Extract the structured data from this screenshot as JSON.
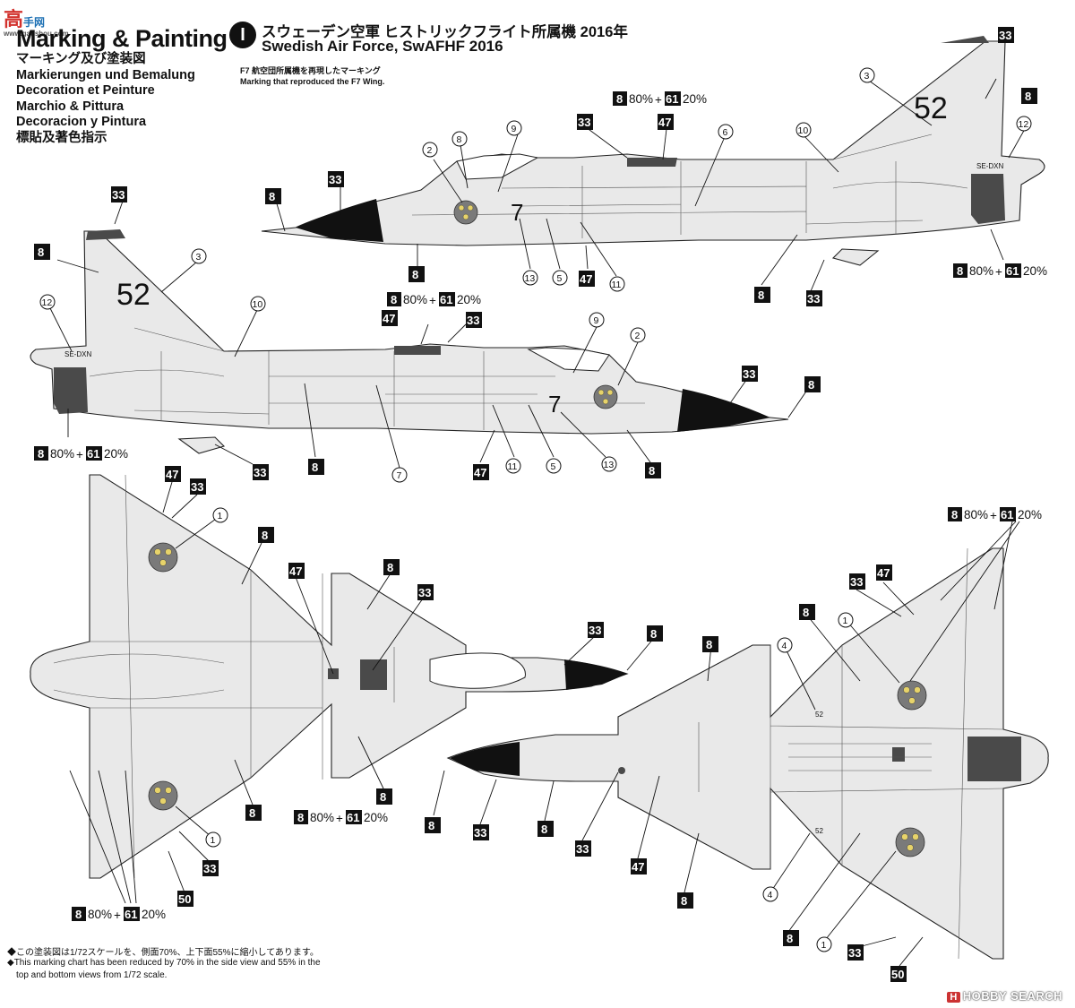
{
  "logo": {
    "text_big": "高",
    "text_small": "手网",
    "url": "www.gaoshou.com"
  },
  "header": {
    "title": "Marking & Painting",
    "subtitles": [
      "マーキング及び塗装図",
      "Markierungen und Bemalung",
      "Decoration et Peinture",
      "Marchio & Pittura",
      "Decoracion y Pintura",
      "標貼及著色指示"
    ]
  },
  "scheme": {
    "badge": "I",
    "title_jp": "スウェーデン空軍 ヒストリックフライト所属機 2016年",
    "title_en": "Swedish Air Force, SwAFHF 2016",
    "wing_note_jp": "F7 航空団所属機を再現したマーキング",
    "wing_note_en": "Marking that reproduced the F7 Wing."
  },
  "aircraft_markings": {
    "tail_number": "52",
    "fuselage_number": "7",
    "registration": "SE-DXN",
    "small_wing_number": "52"
  },
  "callouts": {
    "color_8": "8",
    "color_33": "33",
    "color_47": "47",
    "color_50": "50",
    "mix_base": "8",
    "mix_base_pct": "80%",
    "mix_plus": "+",
    "mix_add": "61",
    "mix_add_pct": "20%"
  },
  "decals": [
    "1",
    "2",
    "3",
    "4",
    "5",
    "6",
    "7",
    "8",
    "9",
    "10",
    "11",
    "12",
    "13"
  ],
  "notes": [
    "◆この塗装図は1/72スケールを、側面70%、上下面55%に縮小してあります。",
    "◆This marking chart has been reduced by 70% in the side view and 55% in the",
    "top and bottom views from 1/72 scale."
  ],
  "watermark": {
    "badge": "H",
    "text": "HOBBY SEARCH"
  }
}
